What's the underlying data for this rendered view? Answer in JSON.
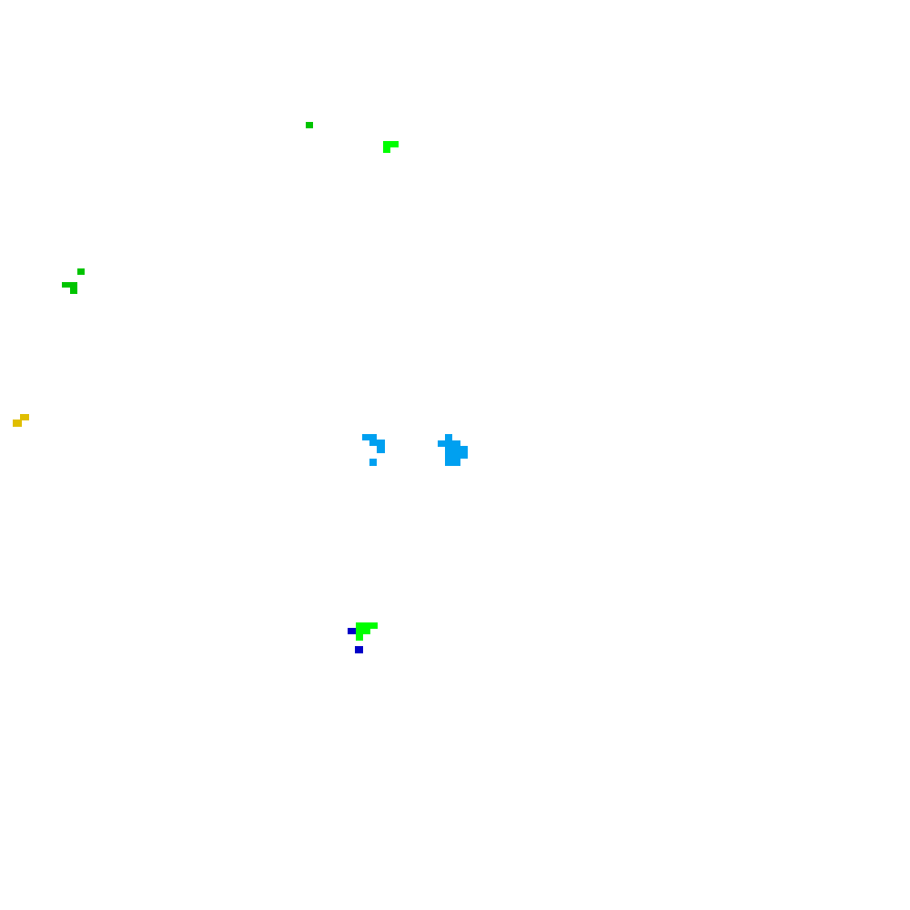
{
  "scene": {
    "background_color": "#ffffff",
    "palette": {
      "dark_green": "#00c400",
      "bright_green": "#00ff00",
      "gold": "#e0be00",
      "sky_blue": "#00a0f0",
      "navy_blue": "#0000c8"
    },
    "sprites": [
      {
        "name": "dark-green-sprite-1",
        "color": "dark_green"
      },
      {
        "name": "bright-green-sprite-1",
        "color": "bright_green"
      },
      {
        "name": "dark-green-sprite-2",
        "color": "dark_green"
      },
      {
        "name": "gold-sprite",
        "color": "gold"
      },
      {
        "name": "sky-blue-sprite-1",
        "color": "sky_blue"
      },
      {
        "name": "sky-blue-sprite-2",
        "color": "sky_blue"
      },
      {
        "name": "bright-green-sprite-2",
        "color": "bright_green"
      },
      {
        "name": "navy-blue-sprite",
        "color": "navy_blue"
      }
    ]
  }
}
